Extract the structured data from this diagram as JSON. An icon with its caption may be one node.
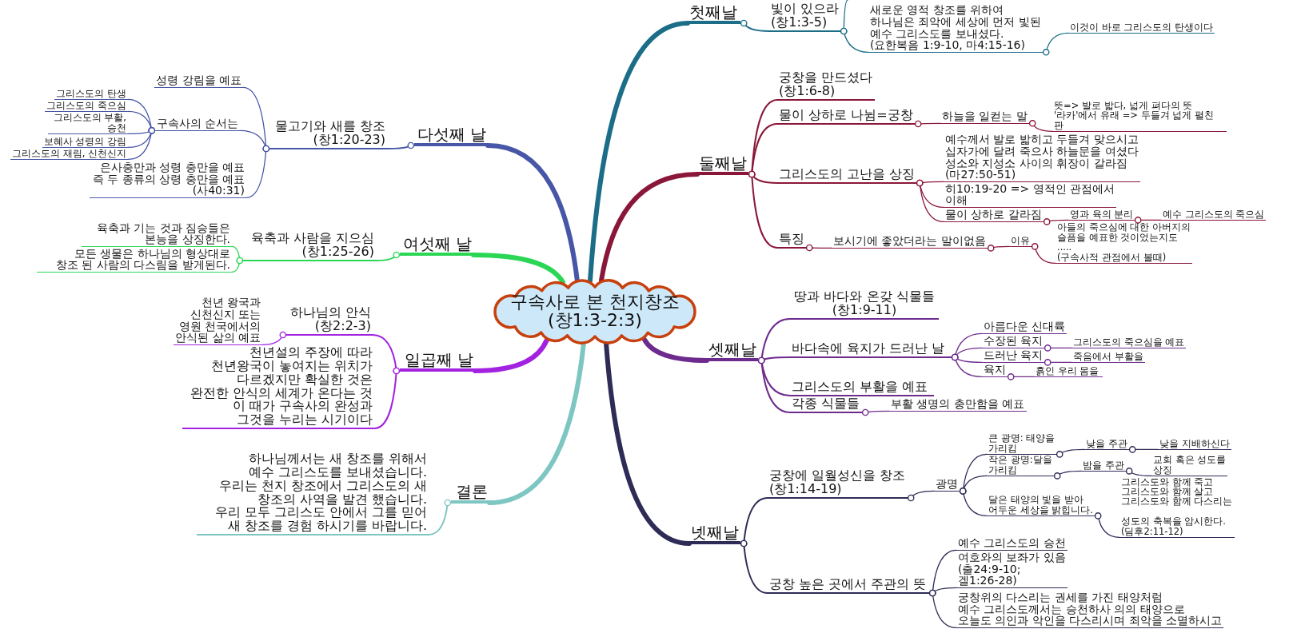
{
  "diagram": {
    "nodes": [
      {
        "text": [
          "구속사로 본 천지창조 (창1:3-2:3)"
        ]
      },
      {
        "text": [
          "첫째날"
        ]
      },
      {
        "text": [
          "빛이 있으라 (창1:3-5)"
        ]
      },
      {
        "text": [
          "새로운 영적 창조를 위하여 하나님은 죄악에 세상에 먼저 빛된 예수 그리스도를 보내셨다. (요한복음 1:9-10, 마4:15-16)"
        ]
      },
      {
        "text": [
          "이것이 바로 그리스도의 탄생이다"
        ]
      },
      {
        "text": [
          "둘째날"
        ]
      },
      {
        "text": [
          "궁창을 만드셨다 (창1:6-8)"
        ]
      },
      {
        "text": [
          "물이 상하로 나뉨=궁창"
        ]
      },
      {
        "text": [
          "하늘을 일컫는 말"
        ]
      },
      {
        "text": [
          "뜻=> 발로 밟다, 넓게 펴다의 뜻 '라카'에서 유래 => 두들겨 넓게 펼친 판"
        ]
      },
      {
        "text": [
          "그리스도의 고난을 상징"
        ]
      },
      {
        "text": [
          "예수께서 발로 밟히고 두들겨 맞으시고 십자가에 달려 죽으사 하늘문을 여셨다 성소와 지성소 사이의 휘장이 갈라짐 (마27:50-51)"
        ]
      },
      {
        "text": [
          "히10:19-20 => 영적인 관점에서 이해"
        ]
      },
      {
        "text": [
          "물이 상하로 갈라짐"
        ]
      },
      {
        "text": [
          "영과 육의 분리"
        ]
      },
      {
        "text": [
          "예수 그리스도의 죽으심"
        ]
      },
      {
        "text": [
          "특징"
        ]
      },
      {
        "text": [
          "보시기에 좋았더라는 말이없음"
        ]
      },
      {
        "text": [
          "이유"
        ]
      },
      {
        "text": [
          "아들의 죽으심에 대한 아버지의 슬픔을 예표한 것이었는지도 ..... (구속사적 관점에서 볼때)"
        ]
      },
      {
        "text": [
          "셋째날"
        ]
      },
      {
        "text": [
          "땅과 바다와 온갖 식물들 (창1:9-11)"
        ]
      },
      {
        "text": [
          "바다속에 육지가 드러난 날"
        ]
      },
      {
        "text": [
          "아름다운 신대륙"
        ]
      },
      {
        "text": [
          "수장된 육지"
        ]
      },
      {
        "text": [
          "그리스도의 죽으심을 예표"
        ]
      },
      {
        "text": [
          "드러난 육지"
        ]
      },
      {
        "text": [
          "죽음에서 부활을"
        ]
      },
      {
        "text": [
          "육지"
        ]
      },
      {
        "text": [
          "흙인 우리 몸을"
        ]
      },
      {
        "text": [
          "그리스도의 부활을 예표"
        ]
      },
      {
        "text": [
          "각종 식물들"
        ]
      },
      {
        "text": [
          "부활 생명의 충만함을 예표"
        ]
      },
      {
        "text": [
          "넷째날"
        ]
      },
      {
        "text": [
          "궁창에 일월성신을 창조 (창1:14-19)"
        ]
      },
      {
        "text": [
          "광명"
        ]
      },
      {
        "text": [
          "큰 광명: 태양을 가리킴"
        ]
      },
      {
        "text": [
          "낮을 주관"
        ]
      },
      {
        "text": [
          "낮을 지배하신다"
        ]
      },
      {
        "text": [
          "작은 광명:달을 가리킴"
        ]
      },
      {
        "text": [
          "밤을 주관"
        ]
      },
      {
        "text": [
          "교회 혹은 성도를 상징"
        ]
      },
      {
        "text": [
          "달은 태양의 빛을 받아 어두운 세상을 밝힙니다."
        ]
      },
      {
        "text": [
          "그리스도와 함께 죽고 그리스도와 함께 살고 그리스도와 함께 다스리는 성도의 축복을 암시한다. (딤후2:11-12)"
        ]
      },
      {
        "text": [
          "궁창 높은 곳에서 주관의 뜻"
        ]
      },
      {
        "text": [
          "예수 그리스도의 승천"
        ]
      },
      {
        "text": [
          "여호와의 보좌가 있음 (출24:9-10; 겔1:26-28)"
        ]
      },
      {
        "text": [
          "궁창위의 다스리는 권세를 가진 태양처럼 예수 그리스도께서는 승천하사 의의 태양으로 오늘도 의인과 악인을 다스리시며 죄악을 소멸하시고"
        ]
      },
      {
        "text": [
          "다섯째 날"
        ]
      },
      {
        "text": [
          "물고기와 새를 창조 (창1:20-23)"
        ]
      },
      {
        "text": [
          "성령 강림을 예표"
        ]
      },
      {
        "text": [
          "구속사의 순서는"
        ]
      },
      {
        "text": [
          "그리스도의 탄생"
        ]
      },
      {
        "text": [
          "그리스도의 죽으심"
        ]
      },
      {
        "text": [
          "그리스도의 부활, 승천"
        ]
      },
      {
        "text": [
          "보혜사 성령의 강림"
        ]
      },
      {
        "text": [
          "그리스도의 재림, 신천신지"
        ]
      },
      {
        "text": [
          "은사충만과 성령 충만을 예표 즉 두 종류의 상령 충만을 예표 (사40:31)"
        ]
      },
      {
        "text": [
          "여섯째 날"
        ]
      },
      {
        "text": [
          "육축과 사람을 지으심 (창1:25-26)"
        ]
      },
      {
        "text": [
          "육축과 기는 것과 짐승들은 본능을 상징한다."
        ]
      },
      {
        "text": [
          "모든 생물은 하나님의 형상대로 창조 된 사람의 다스림을 받게된다."
        ]
      },
      {
        "text": [
          "일곱째 날"
        ]
      },
      {
        "text": [
          "하나님의 안식 (창2:2-3)"
        ]
      },
      {
        "text": [
          "천년 왕국과 신천신지 또는 영원 천국에서의 안식된 삶의 예표"
        ]
      },
      {
        "text": [
          "천년설의 주장에 따라 천년왕국이 놓여지는 위치가 다르겠지만 확실한 것은 완전한 안식의 세계가 온다는 것 이 때가 구속사의 완성과 그것을 누리는 시기이다"
        ]
      },
      {
        "text": [
          "결론"
        ]
      },
      {
        "text": [
          "하나님께서는 새 창조를 위해서 예수 그리스도를 보내셨습니다. 우리는 천지 창조에서 그리스도의 새 창조의 사역을 발견 했습니다. 우리 모두 그리스도 안에서 그를 믿어 새 창조를 경험 하시기를 바랍니다."
        ]
      }
    ],
    "edges": [
      {
        "from": 0,
        "to": 1,
        "arrow": "none",
        "style": "thick",
        "color": "#1c6e88"
      },
      {
        "from": 1,
        "to": 2,
        "arrow": "other",
        "color": "#1c6e88"
      },
      {
        "from": 2,
        "to": null,
        "arrow": "other",
        "color": "#1c6e88"
      },
      {
        "from": 2,
        "to": 3,
        "arrow": "other",
        "color": "#1c6e88"
      },
      {
        "from": 3,
        "to": 4,
        "arrow": "other",
        "color": "#1c6e88"
      },
      {
        "from": 0,
        "to": 5,
        "arrow": "none",
        "style": "thick",
        "color": "#8a1739"
      },
      {
        "from": 5,
        "to": 6,
        "arrow": "other",
        "color": "#8a1739"
      },
      {
        "from": 5,
        "to": 7,
        "arrow": "other",
        "color": "#8a1739"
      },
      {
        "from": 7,
        "to": 8,
        "arrow": "other",
        "color": "#8a1739"
      },
      {
        "from": 8,
        "to": 9,
        "arrow": "other",
        "color": "#8a1739"
      },
      {
        "from": 5,
        "to": 10,
        "arrow": "other",
        "color": "#8a1739"
      },
      {
        "from": 10,
        "to": 11,
        "arrow": "other",
        "color": "#8a1739"
      },
      {
        "from": 10,
        "to": 12,
        "arrow": "other",
        "color": "#8a1739"
      },
      {
        "from": 10,
        "to": 13,
        "arrow": "other",
        "color": "#8a1739"
      },
      {
        "from": 13,
        "to": 14,
        "arrow": "other",
        "color": "#8a1739"
      },
      {
        "from": 14,
        "to": 15,
        "arrow": "other",
        "color": "#8a1739"
      },
      {
        "from": 5,
        "to": 16,
        "arrow": "other",
        "color": "#8a1739"
      },
      {
        "from": 16,
        "to": 17,
        "arrow": "other",
        "color": "#8a1739"
      },
      {
        "from": 17,
        "to": 18,
        "arrow": "other",
        "color": "#8a1739"
      },
      {
        "from": 18,
        "to": 19,
        "arrow": "other",
        "color": "#8a1739"
      },
      {
        "from": 0,
        "to": 20,
        "arrow": "none",
        "style": "thick",
        "color": "#6e2b8e"
      },
      {
        "from": 20,
        "to": 21,
        "arrow": "other",
        "color": "#6e2b8e"
      },
      {
        "from": 20,
        "to": 22,
        "arrow": "other",
        "color": "#6e2b8e"
      },
      {
        "from": 22,
        "to": 23,
        "arrow": "other",
        "color": "#6e2b8e"
      },
      {
        "from": 22,
        "to": 24,
        "arrow": "other",
        "color": "#6e2b8e"
      },
      {
        "from": 24,
        "to": 25,
        "arrow": "other",
        "color": "#6e2b8e"
      },
      {
        "from": 22,
        "to": 26,
        "arrow": "other",
        "color": "#6e2b8e"
      },
      {
        "from": 26,
        "to": 27,
        "arrow": "other",
        "color": "#6e2b8e"
      },
      {
        "from": 22,
        "to": 28,
        "arrow": "other",
        "color": "#6e2b8e"
      },
      {
        "from": 28,
        "to": 29,
        "arrow": "other",
        "color": "#6e2b8e"
      },
      {
        "from": 20,
        "to": 30,
        "arrow": "other",
        "color": "#6e2b8e"
      },
      {
        "from": 20,
        "to": 31,
        "arrow": "other",
        "color": "#6e2b8e"
      },
      {
        "from": 31,
        "to": 32,
        "arrow": "other",
        "color": "#6e2b8e"
      },
      {
        "from": 0,
        "to": 33,
        "arrow": "none",
        "style": "thick",
        "color": "#2e2c56"
      },
      {
        "from": 33,
        "to": 34,
        "arrow": "other",
        "color": "#2e2c56"
      },
      {
        "from": 34,
        "to": 35,
        "arrow": "other",
        "color": "#2e2c56"
      },
      {
        "from": 35,
        "to": 36,
        "arrow": "other",
        "color": "#2e2c56"
      },
      {
        "from": 36,
        "to": 37,
        "arrow": "other",
        "color": "#2e2c56"
      },
      {
        "from": 37,
        "to": 38,
        "arrow": "other",
        "color": "#2e2c56"
      },
      {
        "from": 35,
        "to": 39,
        "arrow": "other",
        "color": "#2e2c56"
      },
      {
        "from": 39,
        "to": 40,
        "arrow": "other",
        "color": "#2e2c56"
      },
      {
        "from": 40,
        "to": 41,
        "arrow": "other",
        "color": "#2e2c56"
      },
      {
        "from": 35,
        "to": 42,
        "arrow": "other",
        "color": "#2e2c56"
      },
      {
        "from": 42,
        "to": 43,
        "arrow": "other",
        "color": "#2e2c56"
      },
      {
        "from": 33,
        "to": 44,
        "arrow": "other",
        "color": "#2e2c56"
      },
      {
        "from": 44,
        "to": 45,
        "arrow": "other",
        "color": "#2e2c56"
      },
      {
        "from": 44,
        "to": 46,
        "arrow": "other",
        "color": "#2e2c56"
      },
      {
        "from": 44,
        "to": 47,
        "arrow": "other",
        "color": "#2e2c56"
      },
      {
        "from": 0,
        "to": 48,
        "arrow": "none",
        "style": "thick",
        "color": "#4756a6"
      },
      {
        "from": 48,
        "to": 49,
        "arrow": "other",
        "color": "#4756a6"
      },
      {
        "from": 49,
        "to": 50,
        "arrow": "other",
        "color": "#4756a6"
      },
      {
        "from": 49,
        "to": 51,
        "arrow": "other",
        "color": "#4756a6"
      },
      {
        "from": 51,
        "to": 52,
        "arrow": "other",
        "color": "#4756a6"
      },
      {
        "from": 51,
        "to": 53,
        "arrow": "other",
        "color": "#4756a6"
      },
      {
        "from": 51,
        "to": 54,
        "arrow": "other",
        "color": "#4756a6"
      },
      {
        "from": 51,
        "to": 55,
        "arrow": "other",
        "color": "#4756a6"
      },
      {
        "from": 51,
        "to": 56,
        "arrow": "other",
        "color": "#4756a6"
      },
      {
        "from": 49,
        "to": 57,
        "arrow": "other",
        "color": "#4756a6"
      },
      {
        "from": 0,
        "to": 58,
        "arrow": "none",
        "style": "thick",
        "color": "#2bd655"
      },
      {
        "from": 58,
        "to": 59,
        "arrow": "other",
        "color": "#2bd655"
      },
      {
        "from": 59,
        "to": 60,
        "arrow": "other",
        "color": "#2bd655"
      },
      {
        "from": 59,
        "to": 61,
        "arrow": "other",
        "color": "#2bd655"
      },
      {
        "from": 0,
        "to": 62,
        "arrow": "none",
        "style": "thick",
        "color": "#a222e0"
      },
      {
        "from": 62,
        "to": 63,
        "arrow": "other",
        "color": "#a222e0"
      },
      {
        "from": 63,
        "to": 64,
        "arrow": "other",
        "color": "#a222e0"
      },
      {
        "from": 62,
        "to": 65,
        "arrow": "other",
        "color": "#a222e0"
      },
      {
        "from": 0,
        "to": 66,
        "arrow": "none",
        "style": "thick",
        "color": "#7dc6c2"
      },
      {
        "from": 66,
        "to": 67,
        "arrow": "other",
        "color": "#7dc6c2"
      }
    ]
  }
}
